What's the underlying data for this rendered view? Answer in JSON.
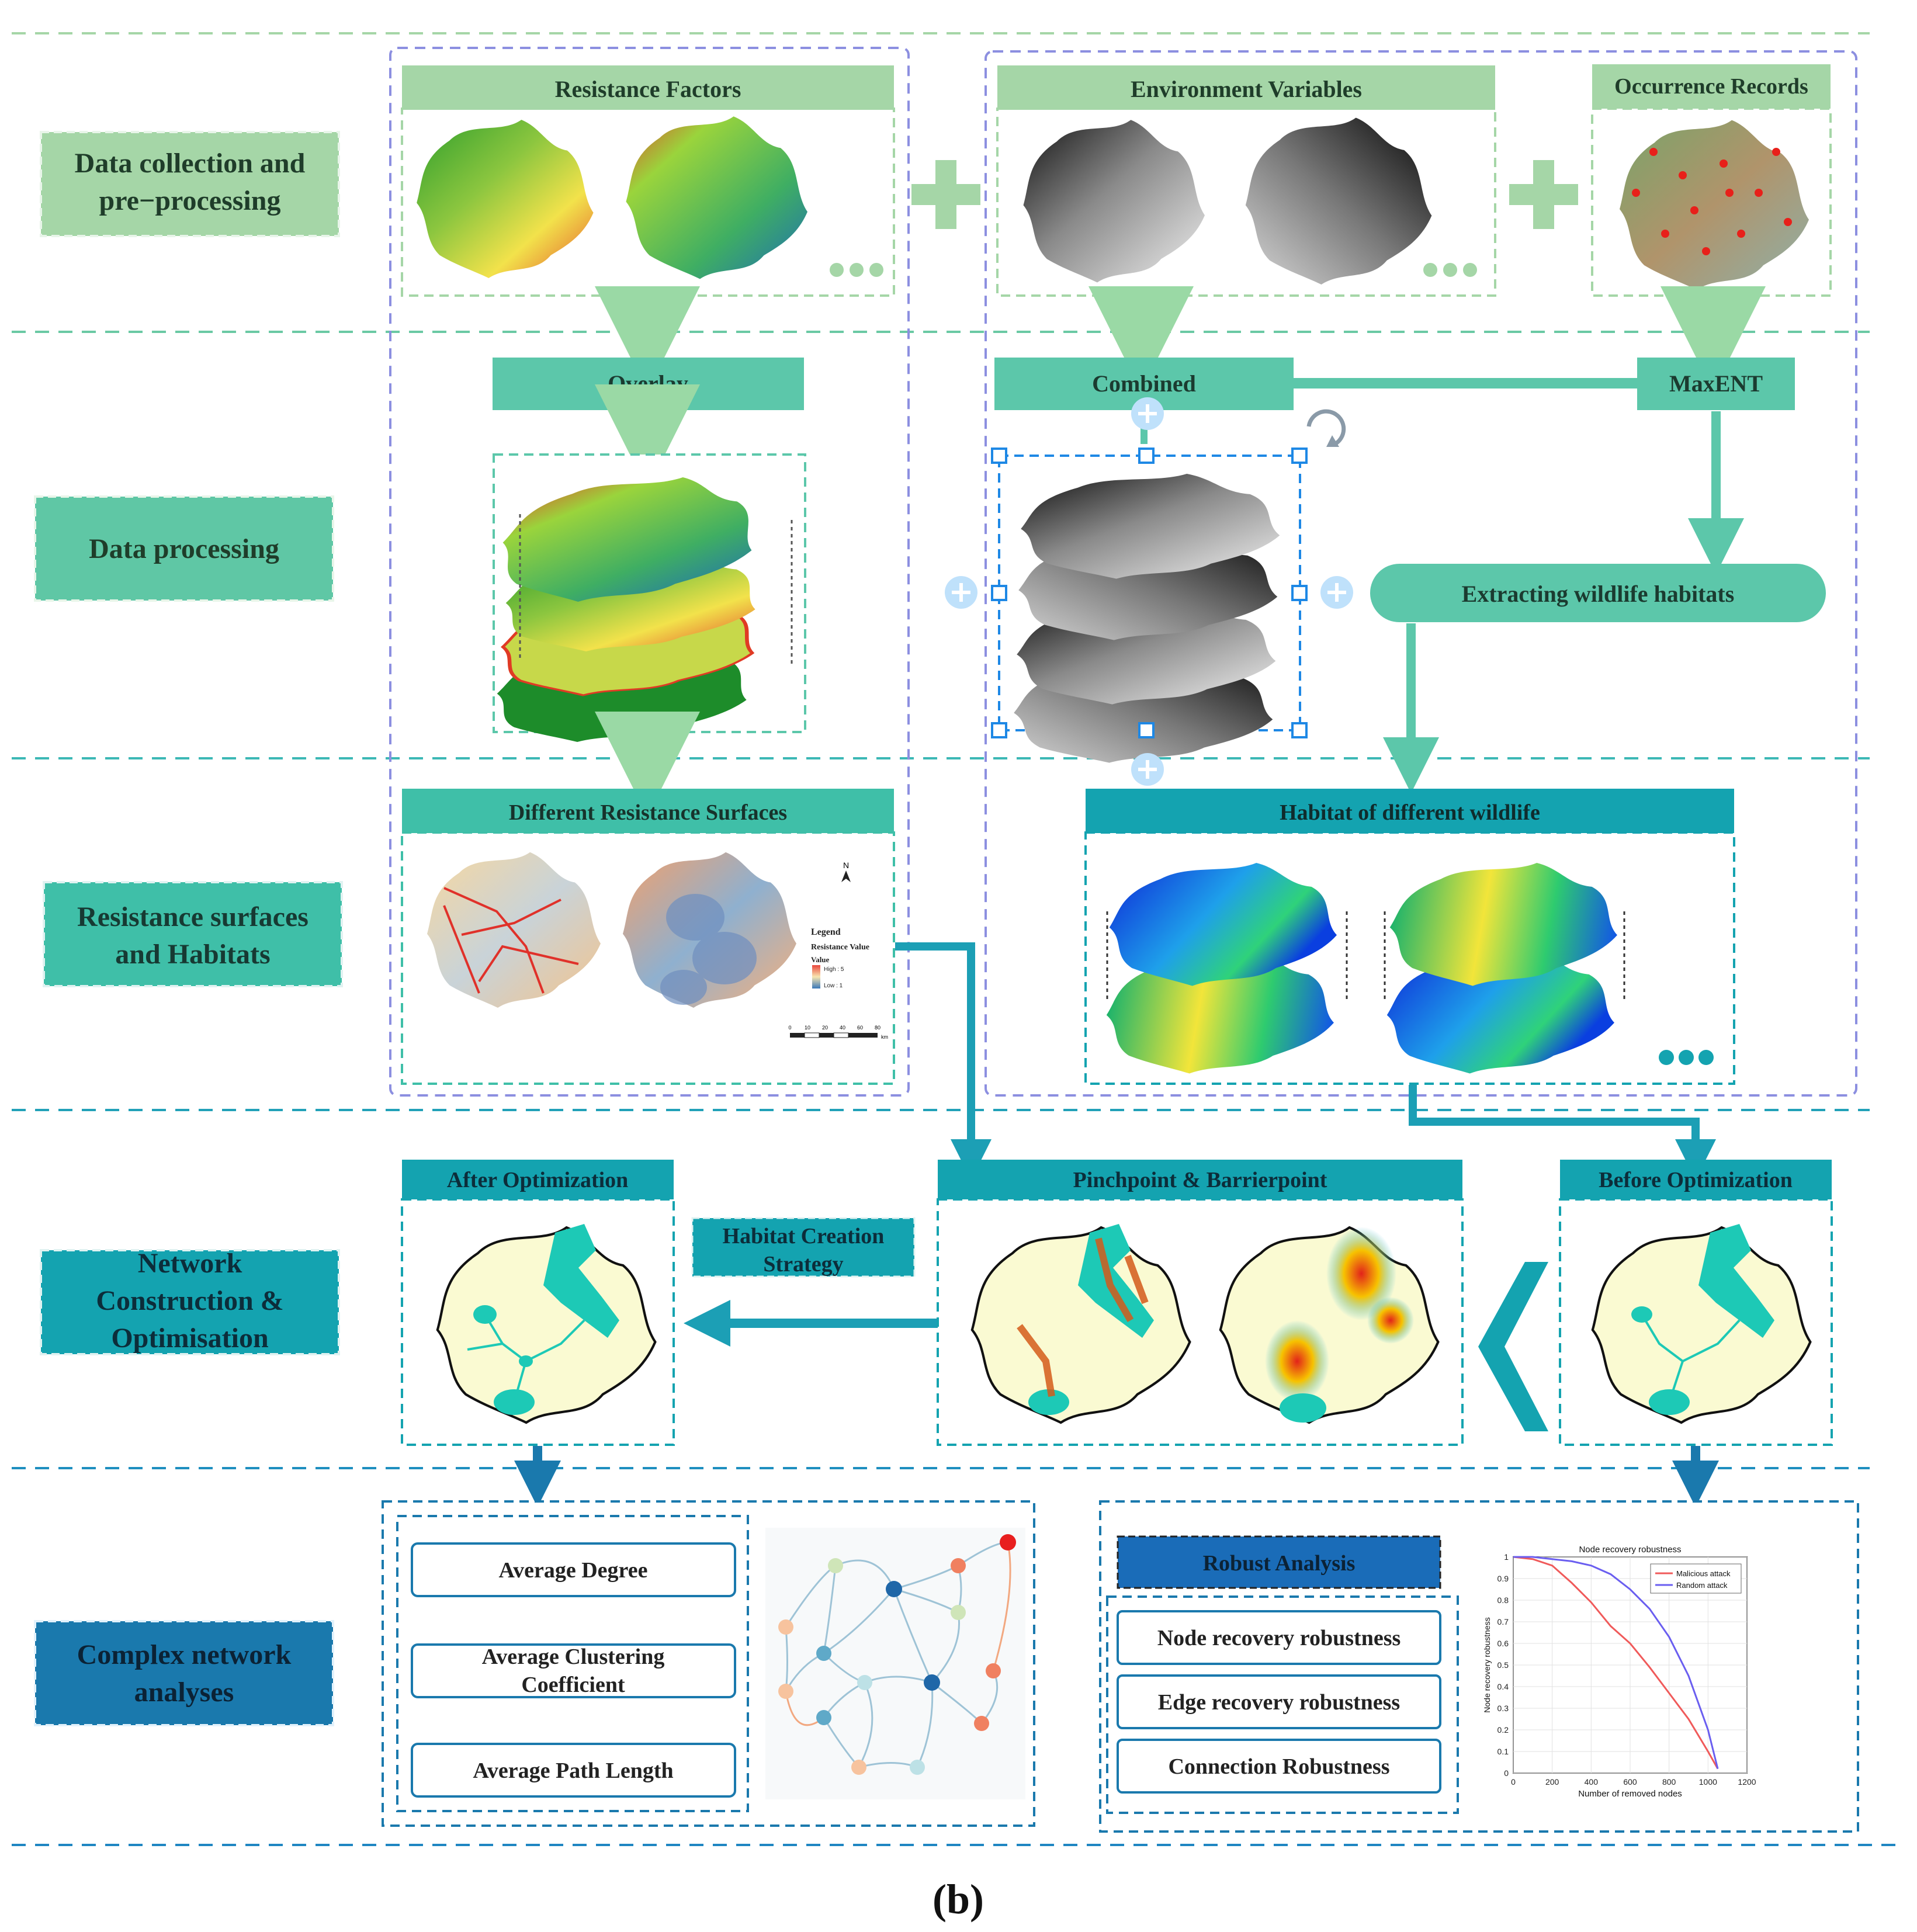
{
  "caption": "(b)",
  "stages": {
    "data_collection": "Data collection and\npre−processing",
    "data_processing": "Data processing",
    "resistance": "Resistance surfaces\nand Habitats",
    "network": "Network\nConstruction &\nOptimisation",
    "complex": "Complex network\nanalyses"
  },
  "boxes": {
    "resistance_factors": "Resistance Factors",
    "environment_variables": "Environment Variables",
    "occurrence_records": "Occurrence Records",
    "overlay": "Overlay",
    "combined": "Combined",
    "maxent": "MaxENT",
    "extracting_habitats": "Extracting wildlife habitats",
    "different_resistance": "Different Resistance Surfaces",
    "habitat_wildlife": "Habitat of different wildlife",
    "after_optimization": "After Optimization",
    "habitat_creation": "Habitat Creation\nStrategy",
    "pinchpoint": "Pinchpoint & Barrierpoint",
    "before_optimization": "Before Optimization"
  },
  "metrics": [
    "Average Degree",
    "Average Clustering\nCoefficient",
    "Average Path Length"
  ],
  "robust": {
    "header": "Robust Analysis",
    "items": [
      "Node recovery robustness",
      "Edge recovery robustness",
      "Connection Robustness"
    ]
  },
  "legend_map": {
    "title": "Legend",
    "subtitle": "Resistance Value",
    "value": "Value",
    "high": "High : 5",
    "low": "Low : 1",
    "north": "N",
    "scale_ticks": [
      "0",
      "10",
      "20",
      "40",
      "60",
      "80"
    ],
    "scale_unit": "km"
  },
  "colors": {
    "light_green": "#a5d6a7",
    "mid_green": "#5fc7a5",
    "teal": "#3fbfa8",
    "dark_teal": "#14a3b0",
    "blue": "#1a79ad",
    "arrow_green": "#9ad9a5",
    "arrow_teal": "#5cc7aa",
    "arrow_blue": "#1c9fb5",
    "purple_dash": "#8c8fe0",
    "map_cream": "#fafad2",
    "map_node": "#1dc9b6"
  },
  "chart_data": {
    "type": "line",
    "title": "Node recovery robustness",
    "xlabel": "Number of removed nodes",
    "ylabel": "Node recovery robustness",
    "xlim": [
      0,
      1200
    ],
    "ylim": [
      0,
      1
    ],
    "xticks": [
      0,
      200,
      400,
      600,
      800,
      1000,
      1200
    ],
    "yticks": [
      0,
      0.1,
      0.2,
      0.3,
      0.4,
      0.5,
      0.6,
      0.7,
      0.8,
      0.9,
      1
    ],
    "legend_position": "top-right",
    "grid": true,
    "series": [
      {
        "name": "Malicious attack",
        "color": "#f05a5a",
        "x": [
          0,
          100,
          200,
          300,
          400,
          500,
          600,
          700,
          800,
          900,
          1000,
          1050
        ],
        "y": [
          1,
          0.99,
          0.96,
          0.88,
          0.79,
          0.68,
          0.6,
          0.49,
          0.37,
          0.25,
          0.1,
          0.02
        ]
      },
      {
        "name": "Random attack",
        "color": "#6a5ef0",
        "x": [
          0,
          100,
          200,
          300,
          400,
          500,
          600,
          700,
          800,
          900,
          1000,
          1050
        ],
        "y": [
          1,
          1,
          0.99,
          0.98,
          0.96,
          0.92,
          0.85,
          0.76,
          0.63,
          0.45,
          0.2,
          0.02
        ]
      }
    ]
  }
}
